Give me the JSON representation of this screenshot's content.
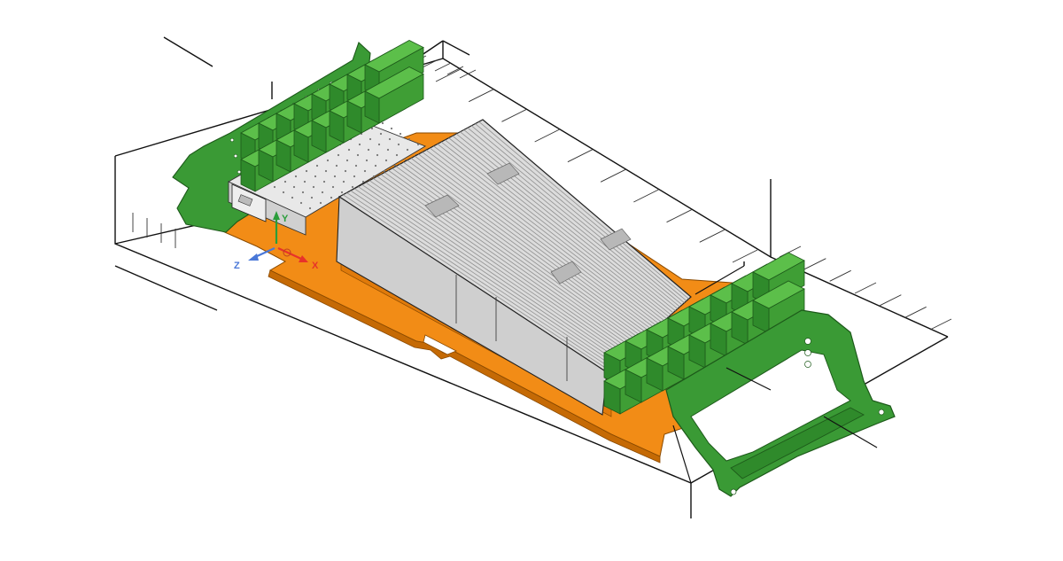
{
  "viewport": {
    "background": "#ffffff"
  },
  "axes": {
    "x_label": "X",
    "y_label": "Y",
    "z_label": "Z",
    "x_color": "#e8322a",
    "y_color": "#2a9d3a",
    "z_color": "#4a78d8"
  },
  "colors": {
    "pcb": "#f28c16",
    "pcb_edge": "#8a4a00",
    "bracket": "#3a9a35",
    "bracket_edge": "#1d5a1a",
    "connector": "#4fae3f",
    "heatsink": "#d6d6d6",
    "heatsink_fin": "#9a9a9a",
    "wireframe": "#111111"
  }
}
